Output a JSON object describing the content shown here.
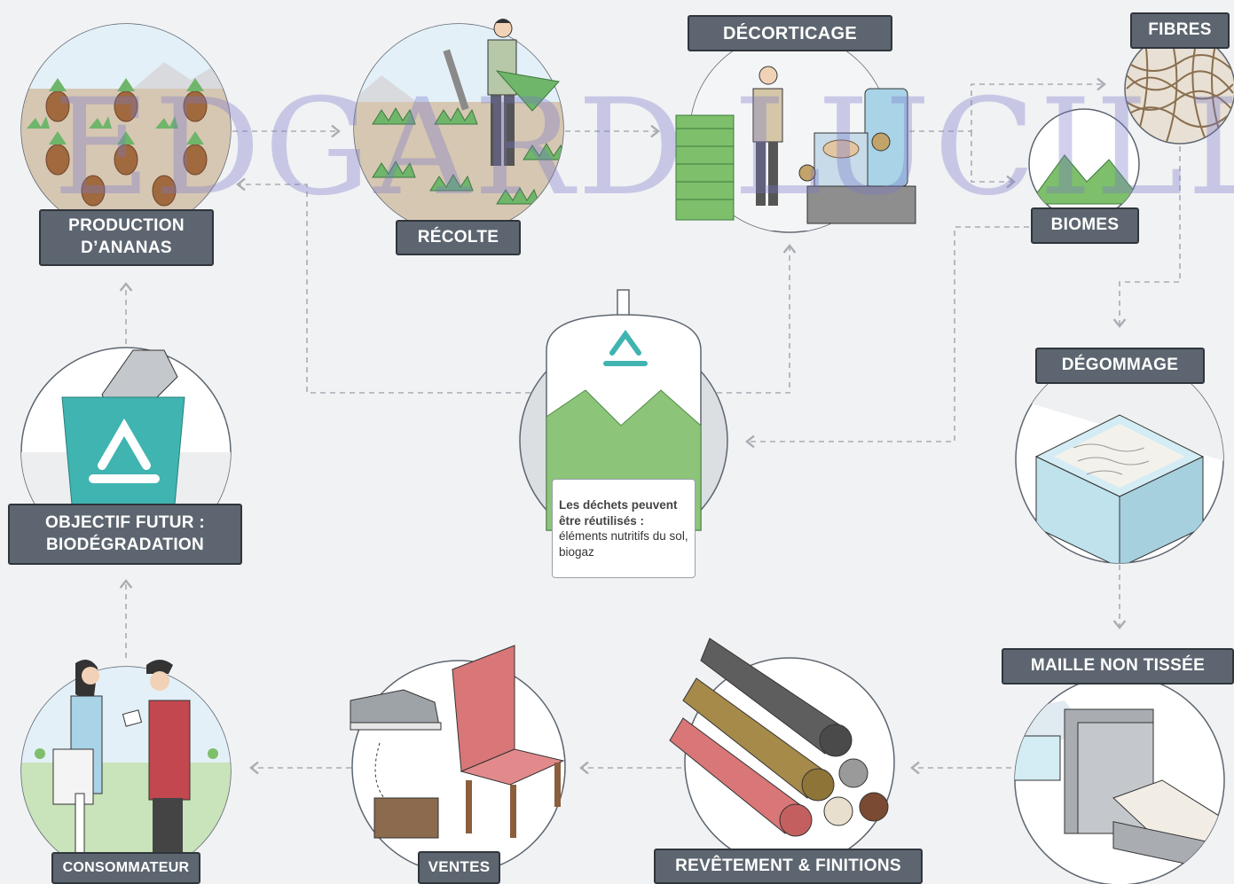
{
  "labels": {
    "production": [
      "PRODUCTION",
      "D’ANANAS"
    ],
    "harvest": "RÉCOLTE",
    "decortication": "DÉCORTICAGE",
    "fibers": "FIBRES",
    "biomass": "BIOMES",
    "degumming": "DÉGOMMAGE",
    "nonwoven": "MAILLE NON TISSÉE",
    "coating": "REVÊTEMENT & FINITIONS",
    "sales": "VENTES",
    "consumer": "CONSOMMATEUR",
    "future": [
      "OBJECTIF FUTUR :",
      "BIODÉGRADATION"
    ]
  },
  "waste_note": {
    "title": "Les déchets peuvent être réutilisés :",
    "body": "éléments nutritifs du sol, biogaz"
  },
  "watermark": "EDGARD LUCILLA",
  "colors": {
    "label_bg": "#5d6670",
    "teal": "#3fb4b0",
    "green": "#8cc47a",
    "pink": "#d97677",
    "arrow": "#a8adb3"
  }
}
